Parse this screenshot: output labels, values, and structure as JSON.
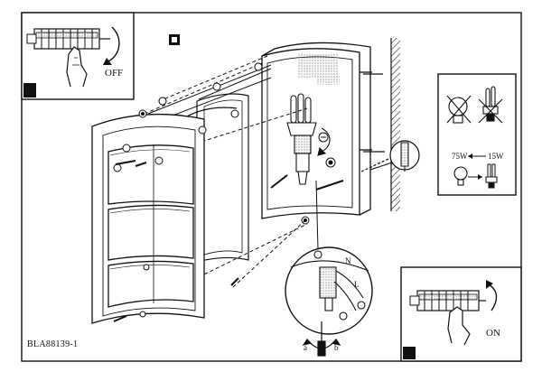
{
  "switch_off_label": "OFF",
  "switch_on_label": "ON",
  "bulb_wattage_incandescent": "75W",
  "bulb_wattage_cfl": "15W",
  "wire_label_n": "N",
  "wire_label_l": "L",
  "screwdriver_label_a": "a",
  "screwdriver_label_b": "b",
  "drawing_code": "BLA88139-1",
  "icons": {
    "lamp_model": "lamp-assembly-drawing",
    "bulb_crossed": "bulb-crossed-icon",
    "cfl_crossed": "cfl-crossed-icon"
  }
}
